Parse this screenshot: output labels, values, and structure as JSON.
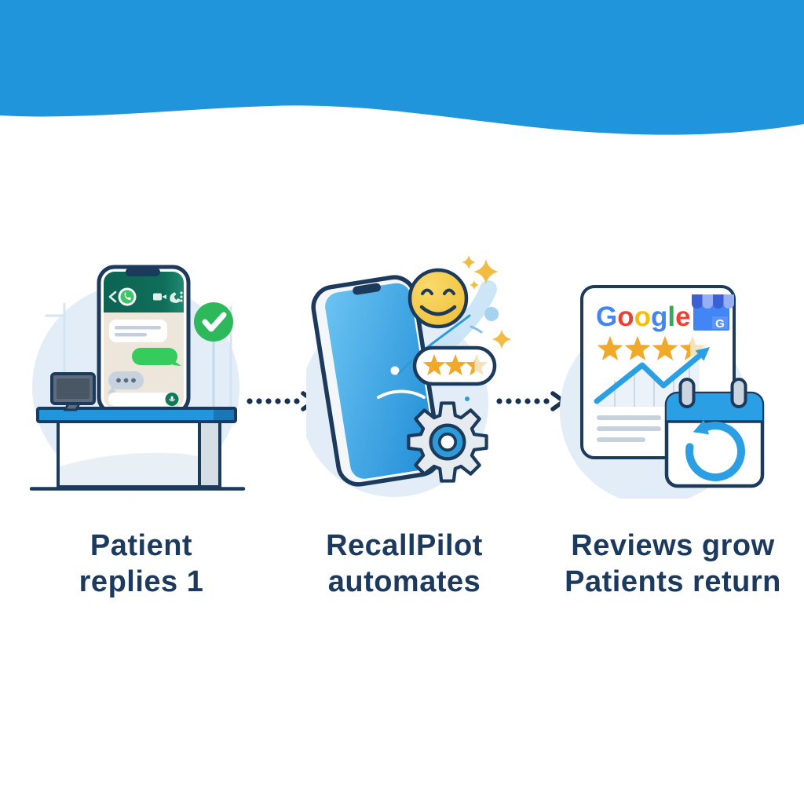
{
  "page": {
    "background": "#FFFFFF",
    "type": "three-step-process-illustration"
  },
  "colors": {
    "wave_blue": "#2095DC",
    "accent_blue": "#2B9FE3",
    "navy_outline": "#1C3A5C",
    "label_navy": "#1B3A5E",
    "bg_circle": "#E3EDF8",
    "whatsapp_green_dark": "#0D6853",
    "bubble_green": "#35CB5D",
    "check_green": "#2DB85C",
    "desk_blue": "#2196DD",
    "star_gold": "#F0A928",
    "star_pale": "#F4E3BE",
    "sparkle_gold": "#F2BC42",
    "smiley_yellow": "#F5C843",
    "google_blue": "#4285F4",
    "google_red": "#EA4335",
    "google_yellow": "#FBBC05",
    "google_green": "#34A853"
  },
  "steps": [
    {
      "label_line1": "Patient",
      "label_line2": "replies 1",
      "icons": [
        "whatsapp-icon",
        "back-arrow-icon",
        "video-call-icon",
        "call-icon",
        "menu-dots-icon",
        "typing-dots-icon",
        "send-mic-icon",
        "check-icon",
        "monitor-icon",
        "desk",
        "chat-phone"
      ]
    },
    {
      "label_line1": "RecallPilot",
      "label_line2": "automates",
      "icons": [
        "smartphone-icon",
        "smiley-icon",
        "sparkle-icon",
        "star-icon",
        "gear-icon"
      ],
      "pill_rating": {
        "stars_full": 2,
        "stars_half": 1,
        "stars_shown": 3
      }
    },
    {
      "label_line1": "Reviews grow",
      "label_line2": "Patients return",
      "icons": [
        "google-logo",
        "google-business-icon",
        "star-icon",
        "trend-arrow-icon",
        "calendar-icon",
        "refresh-icon",
        "review-document"
      ],
      "google_letters": [
        {
          "ch": "G",
          "color": "#4285F4"
        },
        {
          "ch": "o",
          "color": "#EA4335"
        },
        {
          "ch": "o",
          "color": "#FBBC05"
        },
        {
          "ch": "g",
          "color": "#4285F4"
        },
        {
          "ch": "l",
          "color": "#34A853"
        },
        {
          "ch": "e",
          "color": "#EA4335"
        }
      ],
      "gmb_letter": "G",
      "doc_rating": {
        "stars_full": 3,
        "stars_half": 1,
        "stars_shown": 4
      }
    }
  ],
  "arrows": [
    {
      "type": "dotted-right",
      "dots": 6
    },
    {
      "type": "dotted-right",
      "dots": 6
    }
  ]
}
